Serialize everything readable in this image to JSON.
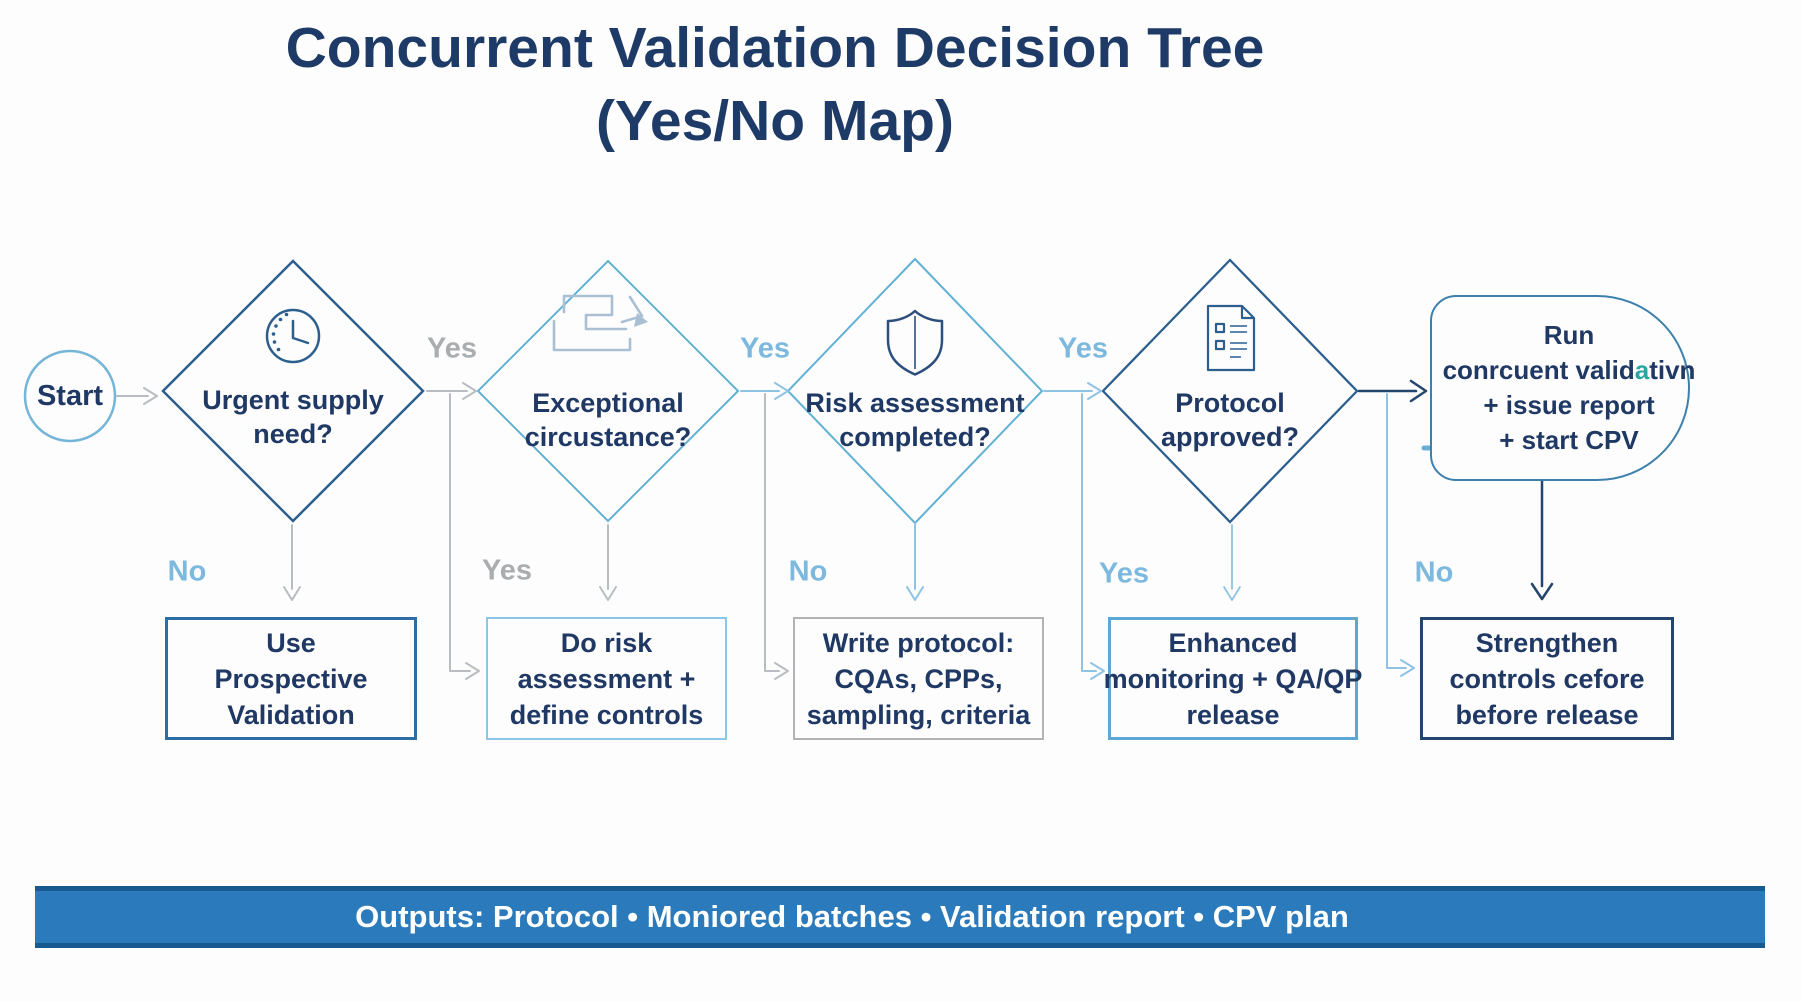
{
  "title": {
    "line1": "Concurrent Validation Decision Tree",
    "line2": "(Yes/No Map)"
  },
  "start_label": "Start",
  "decisions": [
    {
      "question_line1": "Urgent supply",
      "question_line2": "need?",
      "icon": "clock-icon"
    },
    {
      "question_line1": "Exceptional",
      "question_line2": "circustance?",
      "icon": "process-arrows-icon"
    },
    {
      "question_line1": "Risk assessment",
      "question_line2": "completed?",
      "icon": "shield-icon"
    },
    {
      "question_line1": "Protocol",
      "question_line2": "approved?",
      "icon": "document-checklist-icon"
    }
  ],
  "branch_labels": {
    "yes_d1_to_d2": "Yes",
    "yes_d2_to_d3": "Yes",
    "yes_d3_to_d4": "Yes",
    "no_to_box1": "No",
    "yes_to_box2": "Yes",
    "no_to_box3": "No",
    "yes_to_box4": "Yes",
    "no_to_box5": "No"
  },
  "outcomes": [
    {
      "lines": [
        "Use",
        "Prospective",
        "Validation"
      ]
    },
    {
      "lines": [
        "Do risk",
        "assessment +",
        "define controls"
      ]
    },
    {
      "lines": [
        "Write protocol:",
        "CQAs, CPPs,",
        "sampling, criteria"
      ]
    },
    {
      "lines": [
        "Enhanced",
        "monitoring + QA/QP",
        "release"
      ]
    },
    {
      "lines": [
        "Strengthen",
        "controls cefore",
        "before release"
      ]
    }
  ],
  "terminal": {
    "icon": "microscope-icon",
    "line1": "Run",
    "line2_pre": "conrcuent valid",
    "line2_accent": "a",
    "line2_post": "tivn",
    "line3": "+ issue report",
    "line4": "+ start CPV"
  },
  "footer_text": "Outputs: Protocol • Moniored batches • Validation report • CPV plan",
  "colors": {
    "navy_text": "#1f3864",
    "dark_diamond_border": "#2d5f8e",
    "light_diamond_border": "#62b1d5",
    "gray_connector": "#b9bdc1",
    "light_blue_connector": "#8fc3e4",
    "navy_connector": "#24466e",
    "footer_bar": "#2b7abb",
    "accent_teal": "#2aa6a0"
  }
}
